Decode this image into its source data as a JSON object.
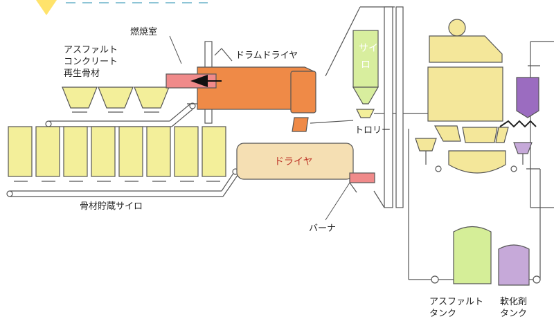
{
  "labels": {
    "combustion_chamber": "燃焼室",
    "recycled_line1": "アスファルト",
    "recycled_line2": "コンクリート",
    "recycled_line3": "再生骨材",
    "drum_dryer": "ドラムドライヤ",
    "silo_line1": "サイ",
    "silo_line2": "ロ",
    "trolley": "トロリー",
    "dryer": "ドライヤ",
    "aggregate_storage_silo": "骨材貯蔵サイロ",
    "burner": "バーナ",
    "asphalt_tank_line1": "アスファルト",
    "asphalt_tank_line2": "タンク",
    "softener_tank_line1": "軟化剤",
    "softener_tank_line2": "タンク"
  },
  "colors": {
    "aggregate": "#f3ef9a",
    "drum_dryer": "#ef8a47",
    "dryer": "#f5dfb3",
    "burner": "#f08a8a",
    "plant": "#f4e79a",
    "silo": "#d8ee9e",
    "asphalt_tank": "#d5ee98",
    "softener": "#c6a9d9",
    "softener_dark": "#9b6cc0",
    "line": "#4a4a4a",
    "flame": "#ffe36b"
  }
}
